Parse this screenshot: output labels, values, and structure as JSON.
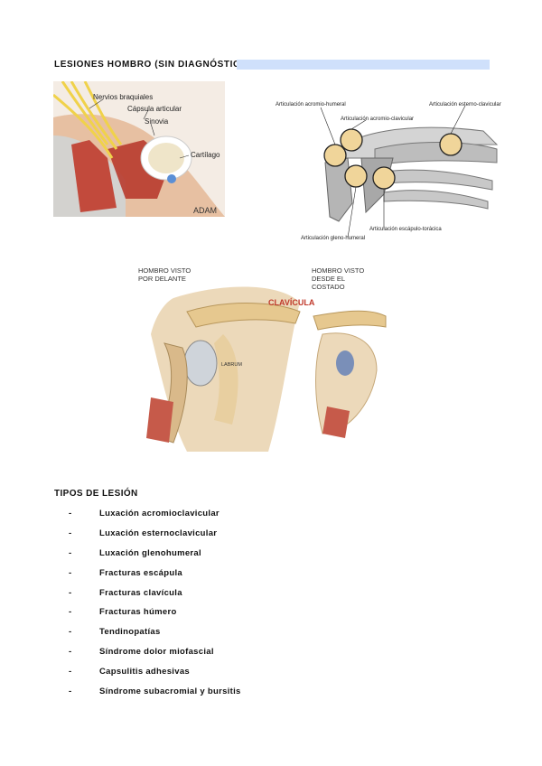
{
  "header": {
    "title": "LESIONES HOMBRO (SIN DIAGNÓSTICO)"
  },
  "figure1": {
    "labels": [
      "Nervios braquiales",
      "Cápsula articular",
      "Sinovia",
      "Cartílago"
    ],
    "watermark": "ADAM"
  },
  "figure2": {
    "labels": [
      "Articulación acromio-humeral",
      "Articulación acromio-clavicular",
      "Articulación esterno-clavicular",
      "Articulación escápulo-torácica",
      "Articulación gleno-humeral"
    ]
  },
  "figure3": {
    "front_title": "HOMBRO VISTO\nPOR DELANTE",
    "side_title": "HOMBRO VISTO\nDESDE EL\nCOSTADO",
    "clavicle": "CLAVÍCULA",
    "labrum": "LABRUM"
  },
  "lesion_section": {
    "title": "TIPOS DE LESIÓN",
    "bullet": "-",
    "items": [
      "Luxación acromioclavicular",
      "Luxación esternoclavicular",
      "Luxación glenohumeral",
      "Fracturas escápula",
      "Fracturas clavícula",
      "Fracturas húmero",
      "Tendinopatías",
      "Síndrome dolor miofascial",
      "Capsulitis adhesivas",
      "Síndrome subacromial y bursitis"
    ]
  },
  "colors": {
    "highlight": "#cfe0fb",
    "label_red": "#c0392b"
  }
}
